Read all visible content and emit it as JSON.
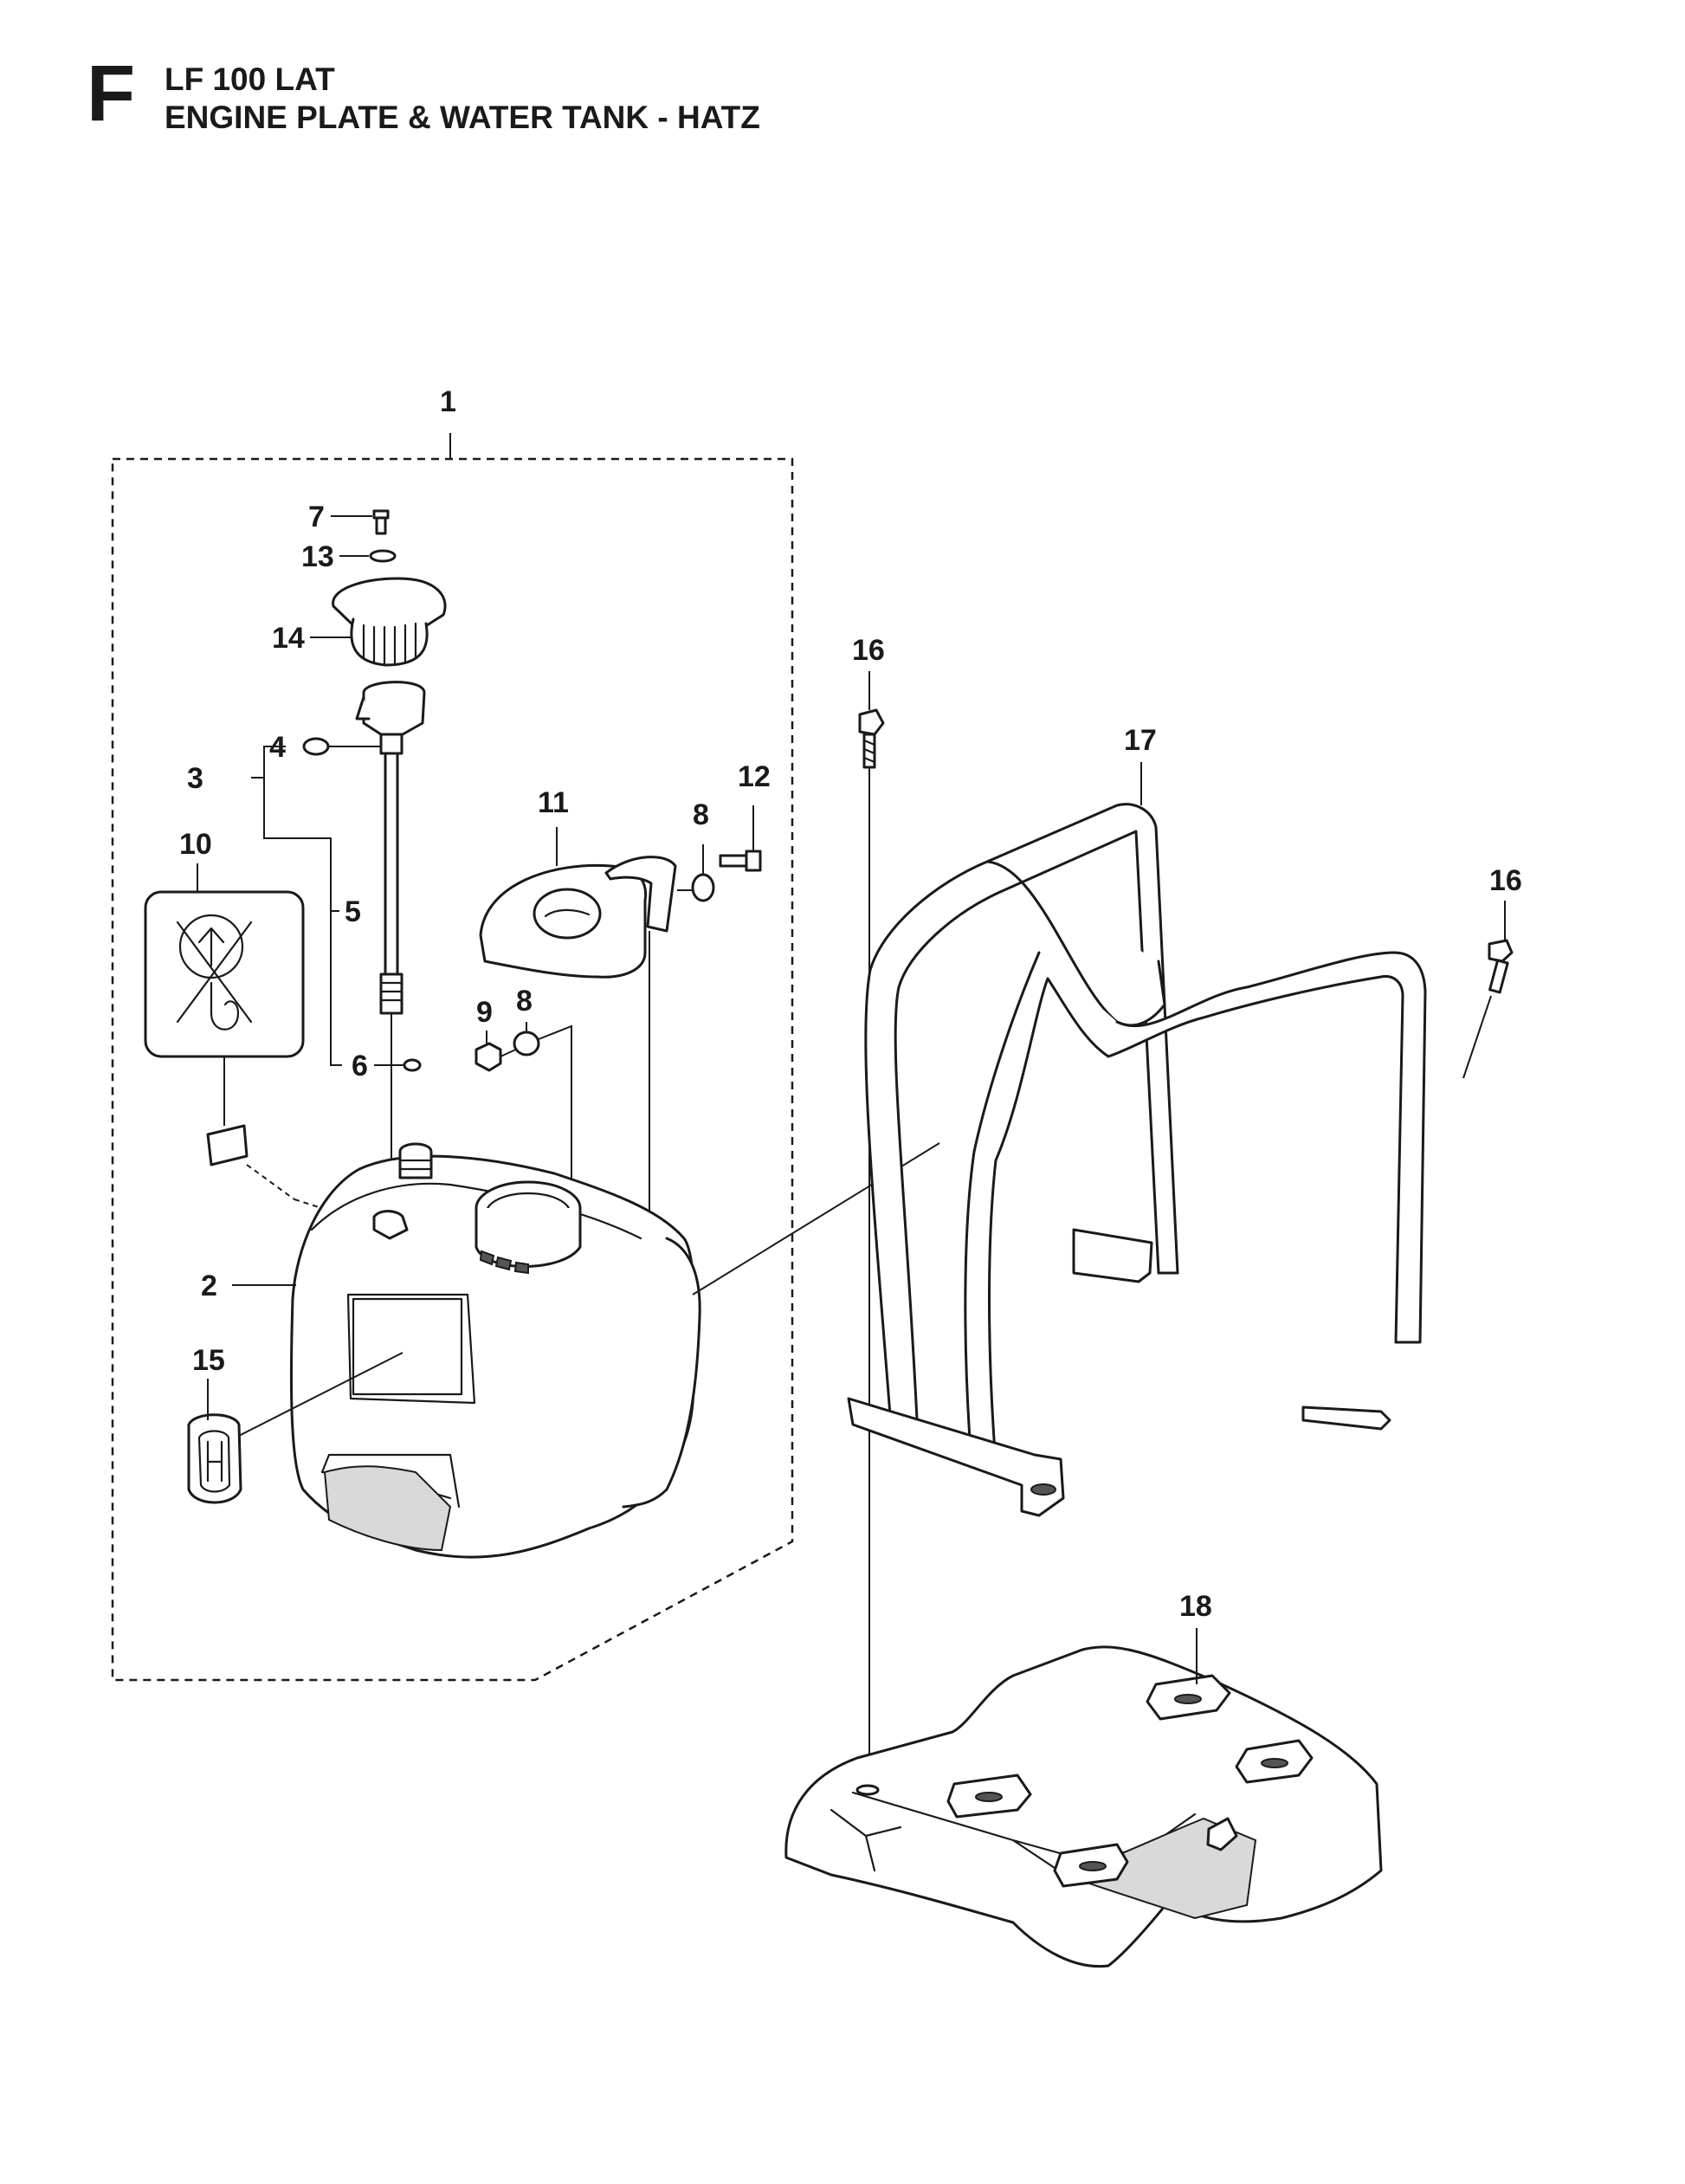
{
  "header": {
    "section_letter": "F",
    "model": "LF 100 LAT",
    "title": "ENGINE PLATE & WATER TANK - HATZ"
  },
  "callouts": [
    "1",
    "2",
    "3",
    "4",
    "5",
    "6",
    "7",
    "8",
    "8",
    "9",
    "10",
    "11",
    "12",
    "13",
    "14",
    "15",
    "16",
    "16",
    "17",
    "18"
  ]
}
